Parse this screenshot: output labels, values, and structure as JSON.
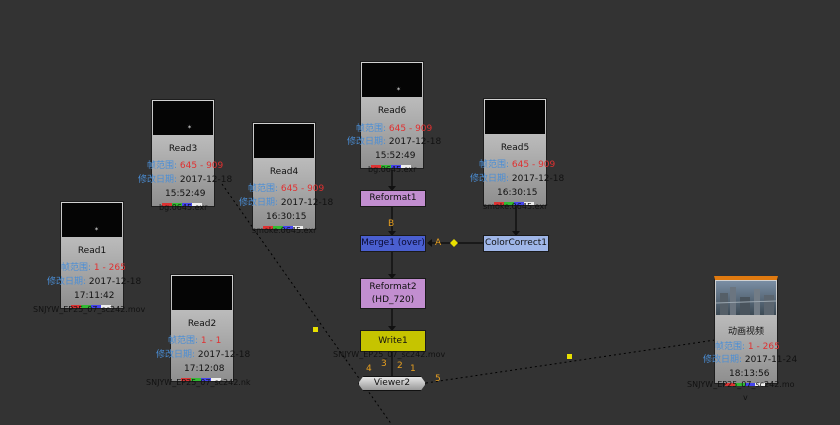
{
  "labels": {
    "frame_range": "帧范围:",
    "modified": "修改日期:"
  },
  "nodes": {
    "read6": {
      "name": "Read6",
      "range": "645 - 909",
      "date": "2017-12-18",
      "time": "15:52:49",
      "file": "bg.0645.exr"
    },
    "read3": {
      "name": "Read3",
      "range": "645 - 909",
      "date": "2017-12-18",
      "time": "15:52:49",
      "file": "bg.0645.exr"
    },
    "read4": {
      "name": "Read4",
      "range": "645 - 909",
      "date": "2017-12-18",
      "time": "16:30:15",
      "file": "smoke.0645.exr"
    },
    "read5": {
      "name": "Read5",
      "range": "645 - 909",
      "date": "2017-12-18",
      "time": "16:30:15",
      "file": "smoke.0645.exr"
    },
    "read1": {
      "name": "Read1",
      "range": "1 - 265",
      "date": "2017-12-18",
      "time": "17:11:42",
      "file": "SNJYW_EP25_07_sc242.mov"
    },
    "read2": {
      "name": "Read2",
      "range": "1 - 1",
      "date": "2017-12-18",
      "time": "17:12:08",
      "file": "SNJYW_EP25_07_sc242.nk"
    },
    "anim": {
      "name": "动画视频",
      "range": "1 - 265",
      "date": "2017-11-24",
      "time": "18:13:56",
      "file1": "SNJYW_EP25_07_sc242.mo",
      "file2": "v"
    }
  },
  "ops": {
    "reformat1": "Reformat1",
    "merge1": "Merge1 (over)",
    "colorcorrect1": "ColorCorrect1",
    "reformat2_line1": "Reformat2",
    "reformat2_line2": "(HD_720)",
    "write1": "Write1",
    "write1_file": "SNJYW_EP25_07_sc242.mov",
    "viewer2": "Viewer2"
  },
  "edges": {
    "b": "B",
    "a": "A",
    "v1": "1",
    "v2": "2",
    "v3": "3",
    "v4": "4",
    "v5": "5"
  },
  "colors": {
    "background": "#333333",
    "reformat": "#c28ed0",
    "merge": "#4a5fd0",
    "colorcorrect": "#9fb6e8",
    "write": "#c6c400",
    "label_blue": "#4a8ed6",
    "range_red": "#e03030",
    "edge_label": "#e8a020",
    "dot": "#e8e000"
  }
}
